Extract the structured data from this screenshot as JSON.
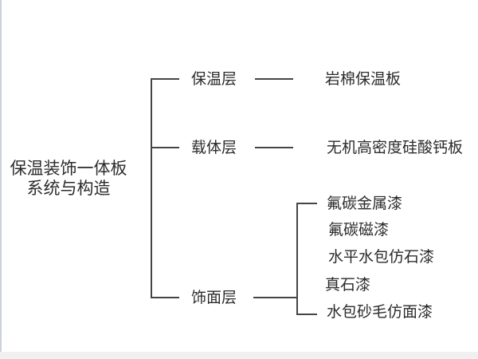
{
  "diagram": {
    "root": {
      "line1": "保温装饰一体板",
      "line2": "系统与构造"
    },
    "branches": [
      {
        "label": "保温层",
        "children": [
          "岩棉保温板"
        ]
      },
      {
        "label": "载体层",
        "children": [
          "无机高密度硅酸钙板"
        ]
      },
      {
        "label": "饰面层",
        "children": [
          "氟碳金属漆",
          "氟碳磁漆",
          "水平水包仿石漆",
          "真石漆",
          "水包砂毛仿面漆"
        ]
      }
    ]
  },
  "colors": {
    "line": "#454545",
    "text": "#2b2b2b",
    "background": "#ffffff",
    "bottom_bar": "#f0f0f1",
    "left_edge": "#ccd1dc"
  }
}
